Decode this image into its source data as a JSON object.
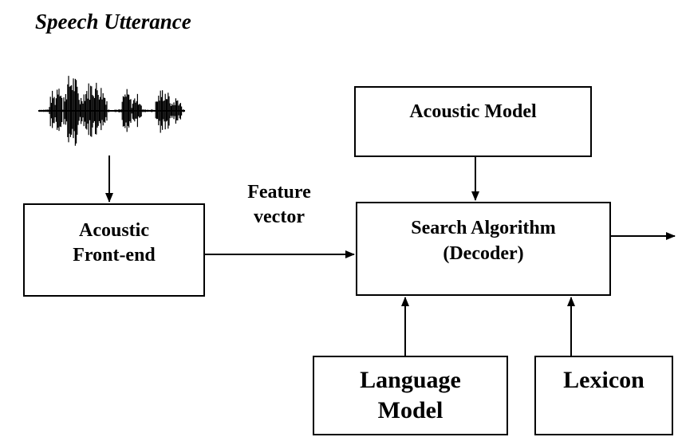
{
  "title": "Speech Utterance",
  "boxes": {
    "acoustic_frontend": [
      "Acoustic",
      "Front-end"
    ],
    "acoustic_model": "Acoustic Model",
    "search_algorithm": [
      "Search Algorithm",
      "(Decoder)"
    ],
    "language_model": [
      "Language",
      "Model"
    ],
    "lexicon": "Lexicon"
  },
  "edge_label": [
    "Feature",
    "vector"
  ],
  "colors": {
    "stroke": "#000000",
    "background": "#ffffff"
  }
}
